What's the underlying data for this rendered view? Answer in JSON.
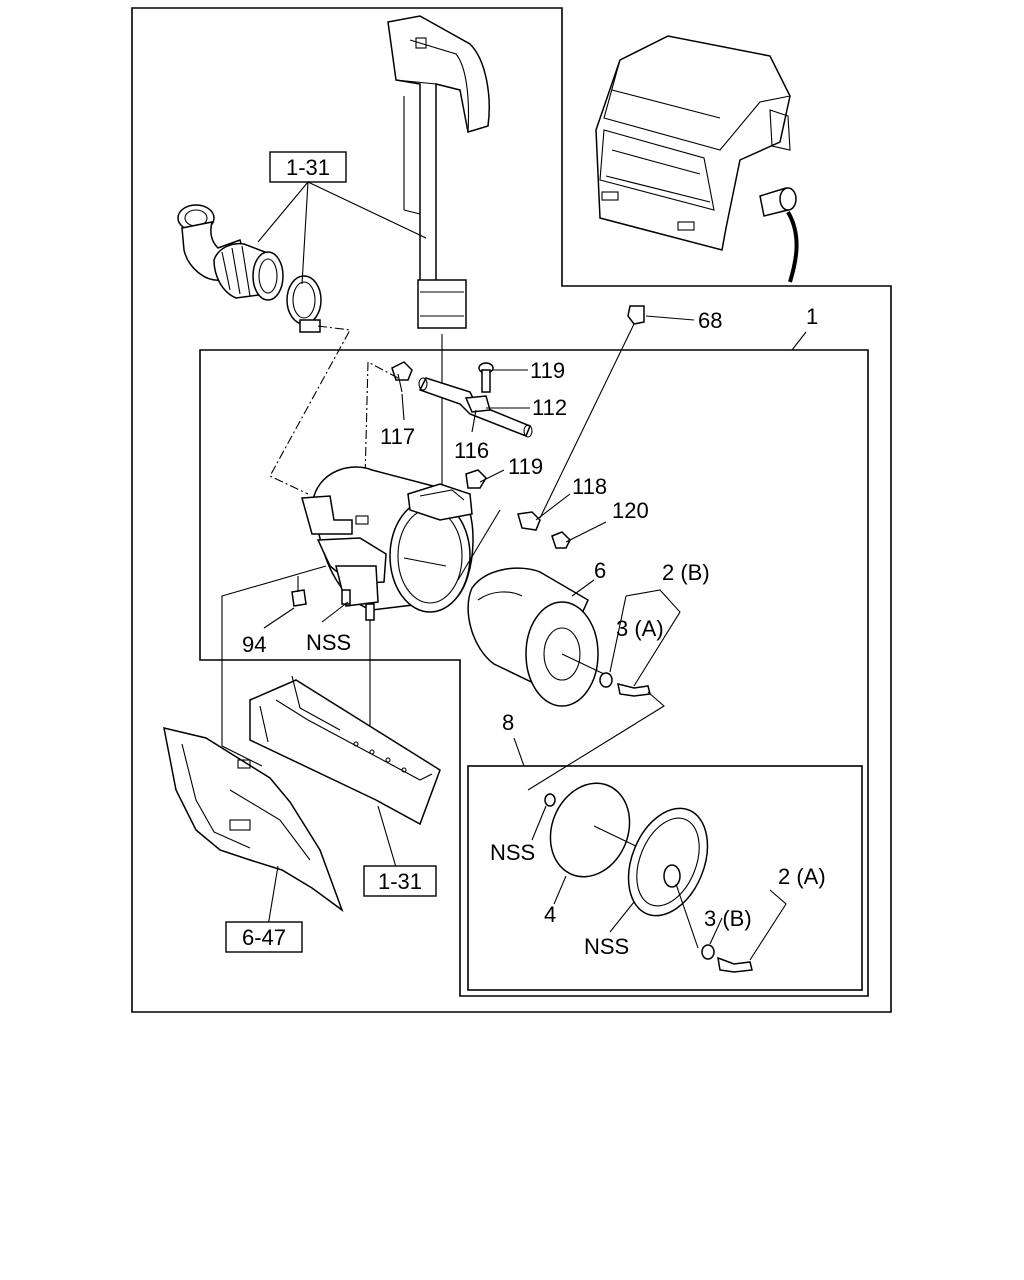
{
  "labels": {
    "ref_1_31_top": "1-31",
    "ref_1_31_bottom": "1-31",
    "ref_6_47": "6-47",
    "p1": "1",
    "p68": "68",
    "p119a": "119",
    "p112": "112",
    "p117": "117",
    "p116": "116",
    "p119b": "119",
    "p118": "118",
    "p120": "120",
    "p6": "6",
    "p2b": "2 (B)",
    "p3a": "3 (A)",
    "p94": "94",
    "nss_bracket": "NSS",
    "p8": "8",
    "nss_gasket": "NSS",
    "p4": "4",
    "nss_cover": "NSS",
    "p2a": "2 (A)",
    "p3b": "3 (B)"
  }
}
